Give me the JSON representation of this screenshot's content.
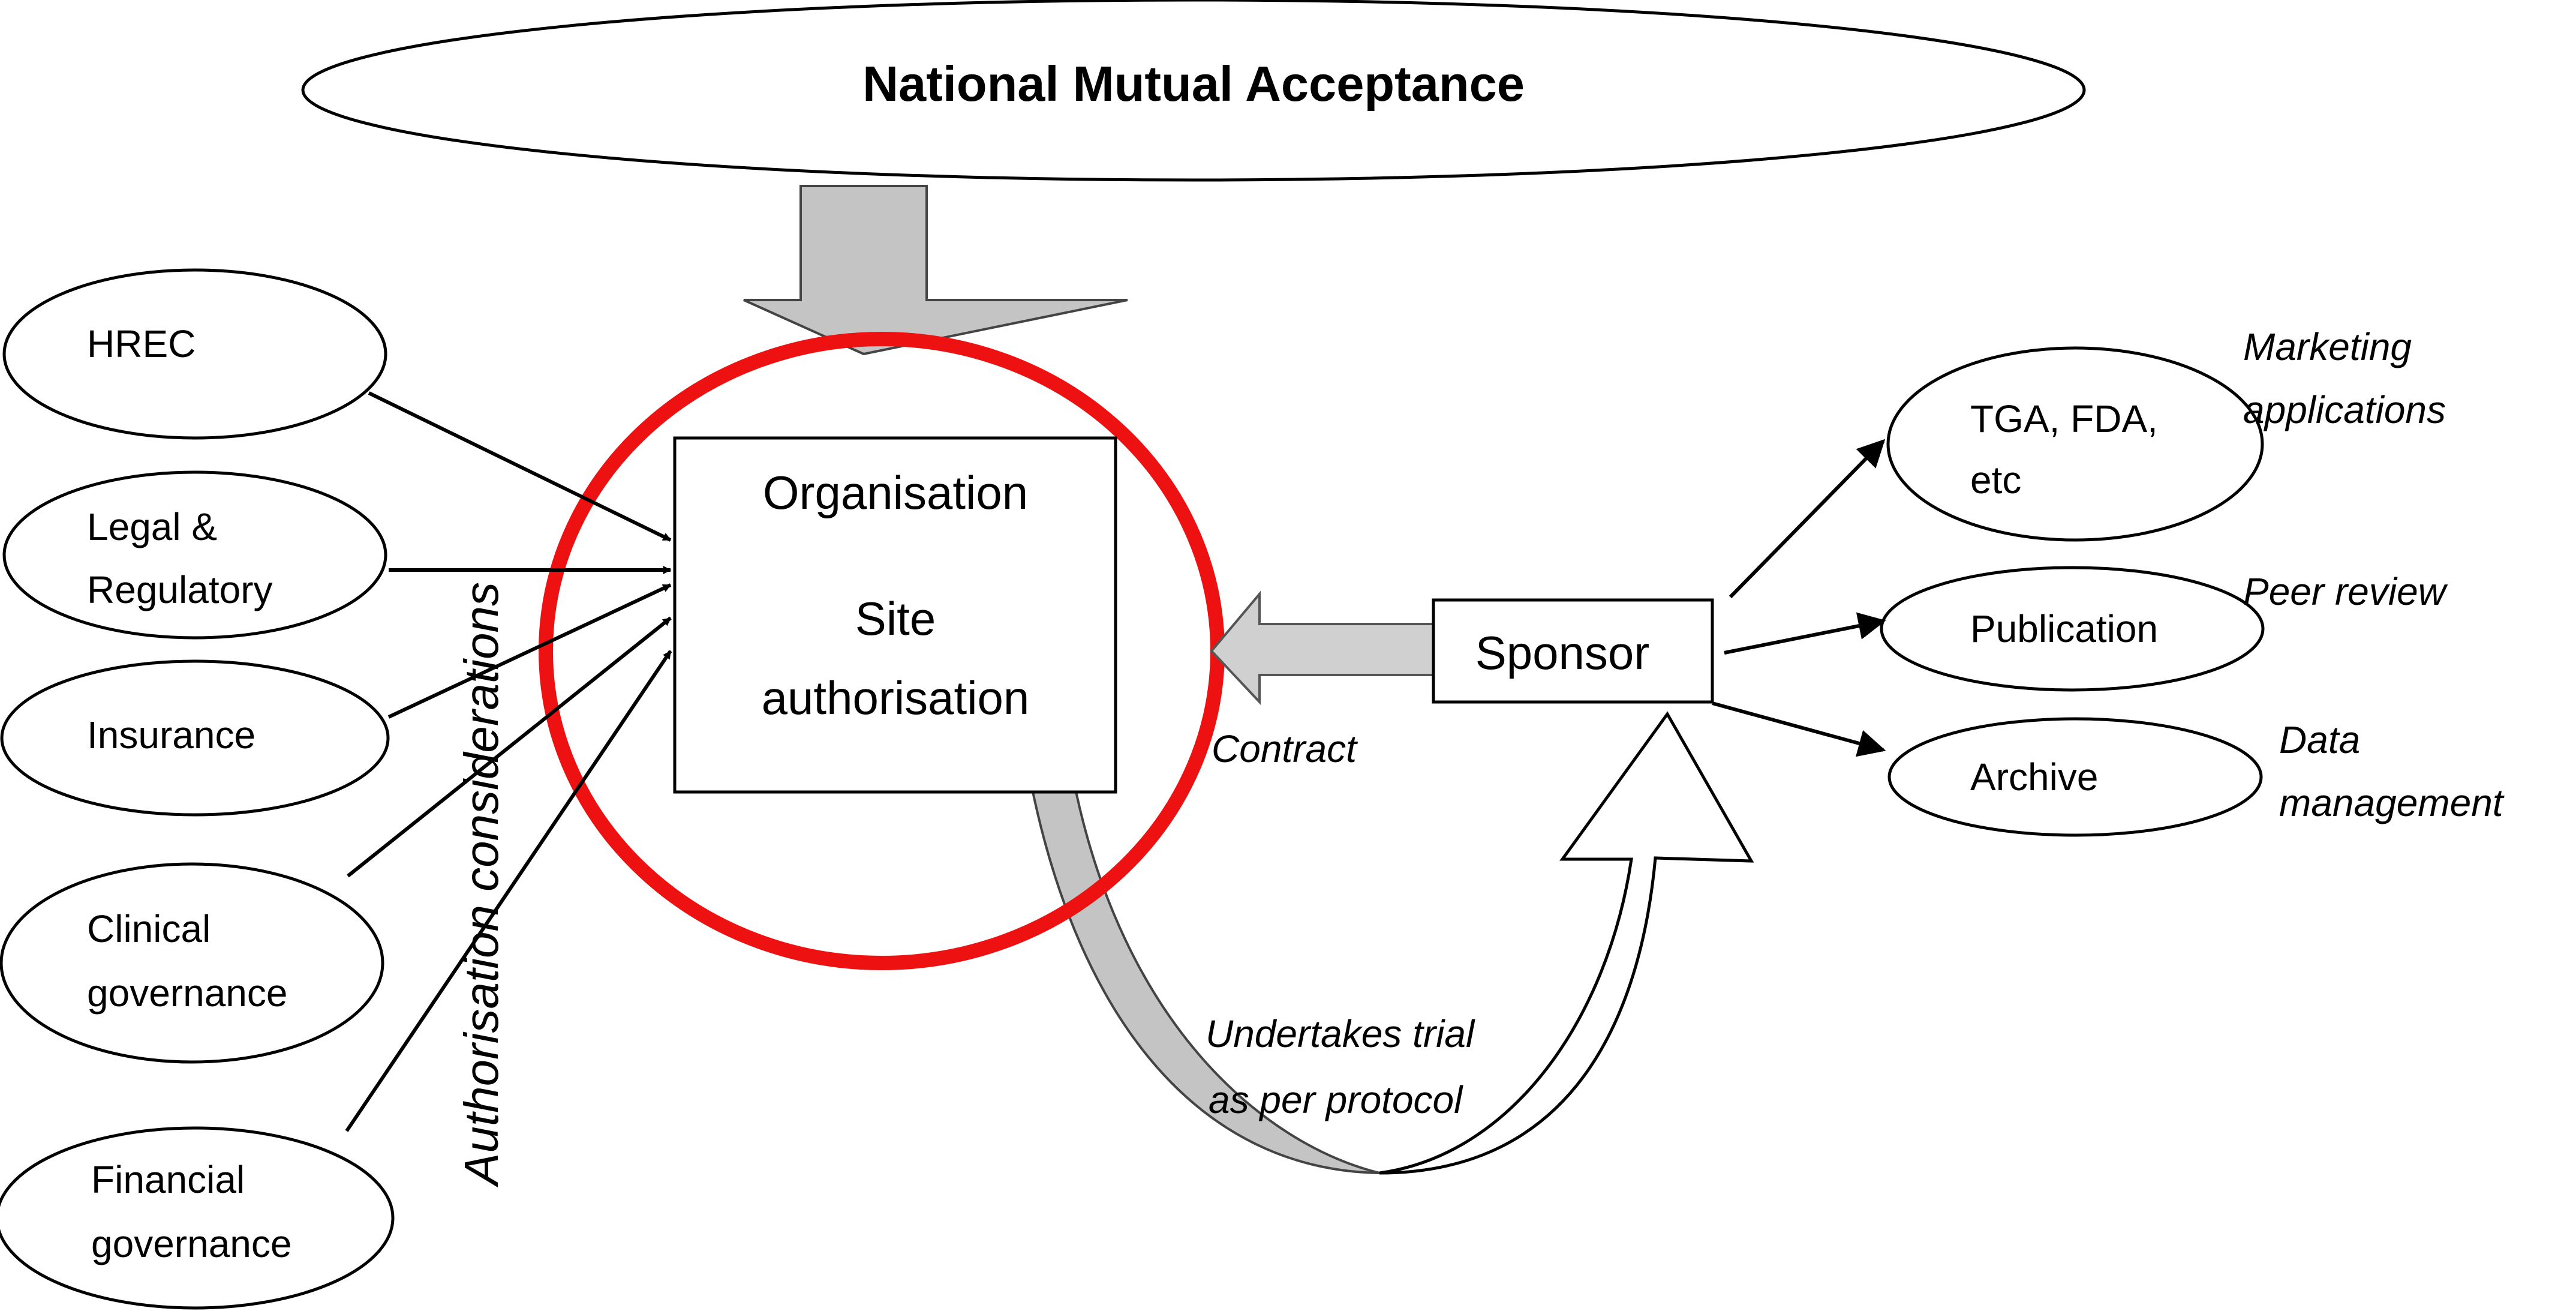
{
  "title": "National Mutual Acceptance",
  "center_box": {
    "line1": "Organisation",
    "line2": "Site",
    "line3": "authorisation"
  },
  "sponsor": "Sponsor",
  "left_nodes": [
    {
      "lines": [
        "HREC"
      ]
    },
    {
      "lines": [
        "Legal &",
        "Regulatory"
      ]
    },
    {
      "lines": [
        "Insurance"
      ]
    },
    {
      "lines": [
        "Clinical",
        "governance"
      ]
    },
    {
      "lines": [
        "Financial",
        "governance"
      ]
    }
  ],
  "vertical_label": "Authorisation considerations",
  "right_nodes": [
    {
      "lines": [
        "TGA, FDA,",
        "etc"
      ],
      "note": [
        "Marketing",
        "applications"
      ]
    },
    {
      "lines": [
        "Publication"
      ],
      "note": [
        "Peer review"
      ]
    },
    {
      "lines": [
        "Archive"
      ],
      "note": [
        "Data",
        "management"
      ]
    }
  ],
  "contract_label": "Contract",
  "loop_label": [
    "Undertakes trial",
    "as per protocol"
  ],
  "colors": {
    "highlight_ring": "#ee1111",
    "grey_arrow": "#c0c0c0"
  }
}
